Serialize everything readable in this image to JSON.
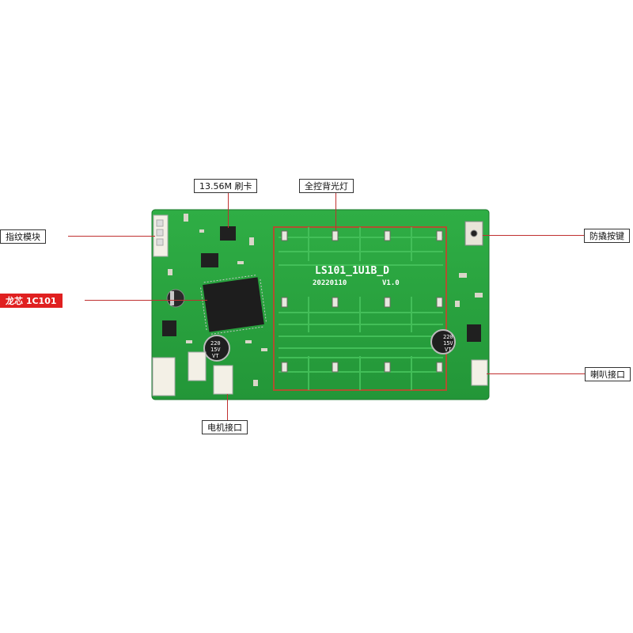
{
  "board": {
    "silkscreen_title": "LS101_1U1B_D",
    "silkscreen_date": "20220110",
    "silkscreen_version": "V1.0",
    "capacitor_left": [
      "220",
      "15V",
      "VT"
    ],
    "capacitor_right": [
      "220",
      "15V",
      "VT"
    ]
  },
  "callouts": {
    "card_reader": "13.56M 刷卡",
    "backlight": "全控背光灯",
    "fingerprint": "指纹模块",
    "chip": "龙芯 1C101",
    "tamper": "防撬按键",
    "speaker": "喇叭接口",
    "motor": "电机接口"
  },
  "colors": {
    "pcb_green": "#27a13a",
    "callout_red": "#c03030",
    "chip_label_bg": "#e02020"
  }
}
